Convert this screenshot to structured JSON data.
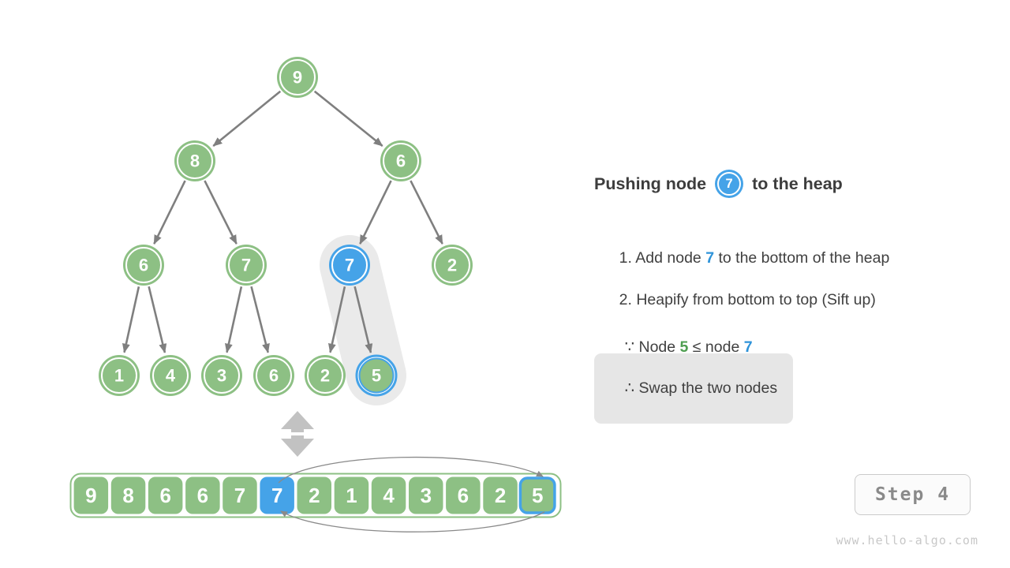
{
  "title": {
    "prefix": "Pushing node",
    "node_value": "7",
    "suffix": "to the heap"
  },
  "steps": [
    {
      "text_before": "1. Add node ",
      "highlight": "7",
      "text_after": " to the bottom of the heap"
    },
    {
      "text": "2. Heapify from bottom to top (Sift up)"
    }
  ],
  "because": {
    "text_before": "∵ Node ",
    "green_value": "5",
    "text_middle": " ≤ node ",
    "blue_value": "7"
  },
  "conclusion": {
    "text": "∴ Swap the two nodes"
  },
  "step_badge": {
    "label": "Step 4"
  },
  "watermark": "www.hello-algo.com",
  "tree": {
    "levels": [
      [
        "9"
      ],
      [
        "8",
        "6"
      ],
      [
        "6",
        "7",
        "7",
        "2"
      ],
      [
        "1",
        "4",
        "3",
        "6",
        "2",
        "5"
      ]
    ],
    "blue_filled_node": "7",
    "blue_ringed_node": "5",
    "highlight_capsule": "around nodes 7 and 5 being swapped"
  },
  "array": {
    "values": [
      "9",
      "8",
      "6",
      "6",
      "7",
      "7",
      "2",
      "1",
      "4",
      "3",
      "6",
      "2",
      "5"
    ],
    "blue_filled_index": 5,
    "blue_ringed_index": 12
  },
  "colors": {
    "node_green": "#8dc084",
    "node_blue": "#45a3e8",
    "text_blue": "#2e93d9",
    "text_green": "#4e9e50",
    "text_dark": "#3d3d3d",
    "edge_gray": "#7f7f7f",
    "capsule_gray": "#eaeaea",
    "swap_box_gray": "#e6e6e6",
    "double_arrow_gray": "#c2c2c2",
    "badge_text_gray": "#8a8a8a",
    "watermark_gray": "#c8c8c8"
  }
}
